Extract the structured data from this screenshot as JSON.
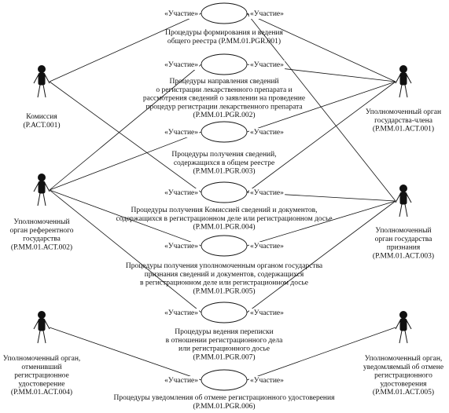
{
  "participation_label": "«Участие»",
  "actors": [
    {
      "id": "commission",
      "lines": [
        "Комиссия",
        "(Р.АСТ.001)"
      ]
    },
    {
      "id": "member-state",
      "lines": [
        "Уполномоченный орган",
        "государства-члена",
        "(Р.ММ.01.АСТ.001)"
      ]
    },
    {
      "id": "reference-state",
      "lines": [
        "Уполномоченный",
        "орган референтного",
        "государства",
        "(Р.ММ.01.АСТ.002)"
      ]
    },
    {
      "id": "recognition-state",
      "lines": [
        "Уполномоченный",
        "орган государства",
        "признания",
        "(Р.ММ.01.АСТ.003)"
      ]
    },
    {
      "id": "cancelling-body",
      "lines": [
        "Уполномоченный орган,",
        "отменивший",
        "регистрационное",
        "удостоверение",
        "(Р.ММ.01.АСТ.004)"
      ]
    },
    {
      "id": "notified-body",
      "lines": [
        "Уполномоченный орган,",
        "уведомляемый об отмене",
        "регистрационного",
        "удостоверения",
        "(Р.ММ.01.АСТ.005)"
      ]
    }
  ],
  "use_cases": [
    {
      "id": "pgr-001",
      "lines": [
        "Процедуры формирования и ведения",
        "общего реестра (Р.ММ.01.PGR.001)"
      ]
    },
    {
      "id": "pgr-002",
      "lines": [
        "Процедуры направления сведений",
        "о регистрации лекарственного препарата и",
        "рассмотрения сведений о заявлении на проведение",
        "процедур регистрации лекарственного препарата",
        "(Р.ММ.01.PGR.002)"
      ]
    },
    {
      "id": "pgr-003",
      "lines": [
        "Процедуры получения сведений,",
        "содержащихся в общем реестре",
        "(Р.ММ.01.PGR.003)"
      ]
    },
    {
      "id": "pgr-004",
      "lines": [
        "Процедуры получения Комиссией сведений и документов,",
        "содержащихся в регистрационном деле или регистрационном досье",
        "(Р.ММ.01.PGR.004)"
      ]
    },
    {
      "id": "pgr-005",
      "lines": [
        "Процедуры получения уполномоченным органом государства",
        "признания сведений и документов, содержащихся",
        "в регистрационном деле или регистрационном досье",
        "(Р.ММ.01.PGR.005)"
      ]
    },
    {
      "id": "pgr-007",
      "lines": [
        "Процедуры ведения переписки",
        "в отношении регистрационного дела",
        "или регистрационного досье",
        "(Р.ММ.01.PGR.007)"
      ]
    },
    {
      "id": "pgr-006",
      "lines": [
        "Процедуры уведомления об отмене регистрационного удостоверения",
        "(Р.ММ.01.PGR.006)"
      ]
    }
  ]
}
